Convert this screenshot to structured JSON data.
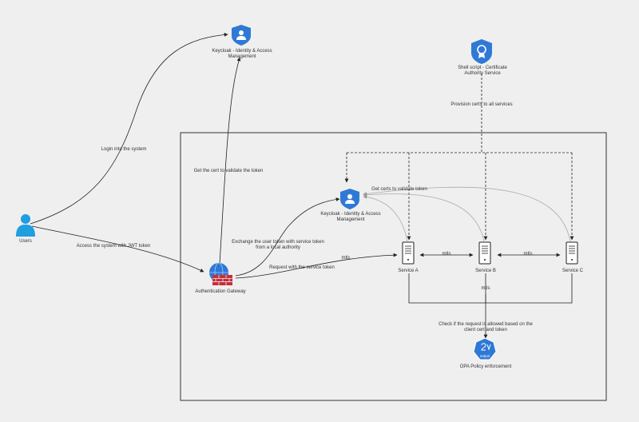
{
  "nodes": {
    "users": "Users",
    "keycloak_top": "Keycloak - Identity & Access Management",
    "shell_ca": "Shell script - Certificate Authority Service",
    "keycloak_inner": "Keycloak - Identity & Access Management",
    "gateway": "Authentication Gateway",
    "service_a": "Service A",
    "service_b": "Service B",
    "service_c": "Service C",
    "opa": "OPA Policy enforcement",
    "opa_badge": "netpol"
  },
  "edges": {
    "login": "Login into the system",
    "access_jwt": "Access the system with JWT token",
    "get_cert": "Get the cert to validate the token",
    "provision": "Provision certs to all services",
    "exchange": "Exchange the user token with service token from a local authority",
    "request": "Request with the service token",
    "mtls_gateway": "mtls",
    "get_certs": "Get  certs to validate token",
    "mtls_ab": "mtls",
    "mtls_bc": "mtls",
    "mtls_opa": "mtls",
    "check": "Check if the request is allowed based on the client cert and token"
  },
  "colors": {
    "background": "#efefef",
    "line": "#222222",
    "light_line": "#aaaaaa",
    "icon_blue": "#2f79d6",
    "user_blue": "#1f9ee0",
    "firewall_red": "#c4303a"
  },
  "icons": {
    "users": "user-icon",
    "keycloak": "shield-user-icon",
    "shell_ca": "certificate-badge-icon",
    "gateway": "firewall-globe-icon",
    "service": "server-icon",
    "opa": "kubernetes-netpol-icon"
  }
}
